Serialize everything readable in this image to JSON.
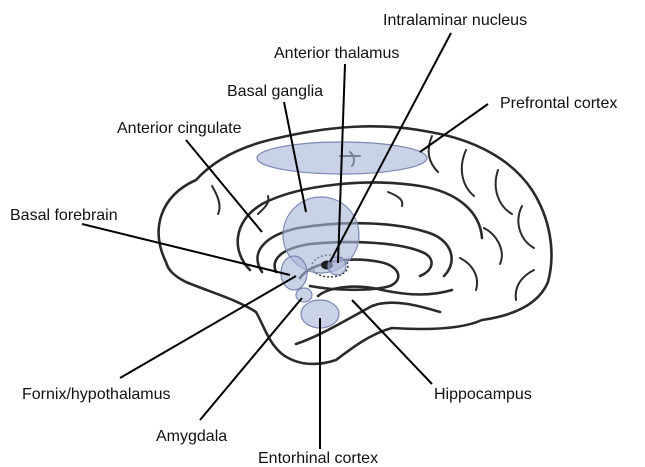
{
  "labels": {
    "intralaminar_nucleus": "Intralaminar nucleus",
    "anterior_thalamus": "Anterior thalamus",
    "basal_ganglia": "Basal ganglia",
    "prefrontal_cortex": "Prefrontal cortex",
    "anterior_cingulate": "Anterior cingulate",
    "basal_forebrain": "Basal forebrain",
    "fornix_hypothalamus": "Fornix/hypothalamus",
    "hippocampus": "Hippocampus",
    "amygdala": "Amygdala",
    "entorhinal_cortex": "Entorhinal cortex"
  },
  "colors": {
    "region_fill": "#a9b6d8",
    "region_stroke": "#7b88b4",
    "outline": "#2a2a2a",
    "text": "#111111"
  }
}
